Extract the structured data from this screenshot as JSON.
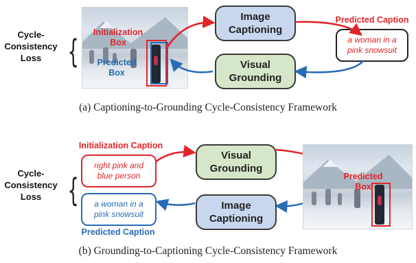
{
  "panel_a": {
    "loss_label": [
      "Cycle-",
      "Consistency",
      "Loss"
    ],
    "init_box_label": [
      "Initialization",
      "Box"
    ],
    "pred_box_label": [
      "Predicted",
      "Box"
    ],
    "image_captioning": [
      "Image",
      "Captioning"
    ],
    "visual_grounding": [
      "Visual",
      "Grounding"
    ],
    "predicted_caption_title": "Predicted Caption",
    "predicted_caption_text": [
      "a woman in a",
      "pink snowsuit"
    ],
    "figure_caption": "(a) Captioning-to-Grounding Cycle-Consistency Framework"
  },
  "panel_b": {
    "loss_label": [
      "Cycle-",
      "Consistency",
      "Loss"
    ],
    "init_caption_title": "Initialization Caption",
    "init_caption_text": [
      "right pink and",
      "blue person"
    ],
    "pred_caption_text": [
      "a woman in a",
      "pink snowsuit"
    ],
    "predicted_caption_title": "Predicted Caption",
    "visual_grounding": [
      "Visual",
      "Grounding"
    ],
    "image_captioning": [
      "Image",
      "Captioning"
    ],
    "pred_box_label": [
      "Predicted",
      "Box"
    ],
    "figure_caption": "(b) Grounding-to-Captioning Cycle-Consistency Framework"
  },
  "colors": {
    "red": "#e0262b",
    "blue": "#2a6bb5",
    "blue_box_fill": "#c9d7ee",
    "green_box_fill": "#d6e6c8"
  }
}
